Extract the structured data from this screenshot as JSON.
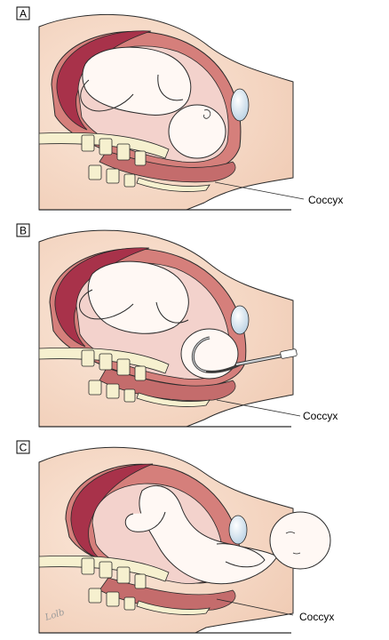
{
  "panels": [
    {
      "letter": "A",
      "callout": "Coccyx"
    },
    {
      "letter": "B",
      "callout": "Coccyx"
    },
    {
      "letter": "C",
      "callout": "Coccyx"
    }
  ],
  "signature": "Lolb",
  "colors": {
    "skin": "#f6dccb",
    "skin_shadow": "#e9bfa7",
    "uterus_wall": "#c46c6c",
    "uterus_inner": "#9b2f3f",
    "placenta": "#a8324a",
    "cavity": "#f1c9c3",
    "bone": "#f6f0cf",
    "bladder": "#cfe1ee",
    "outline": "#2a2a2a",
    "instrument": "#cfd3d6"
  }
}
